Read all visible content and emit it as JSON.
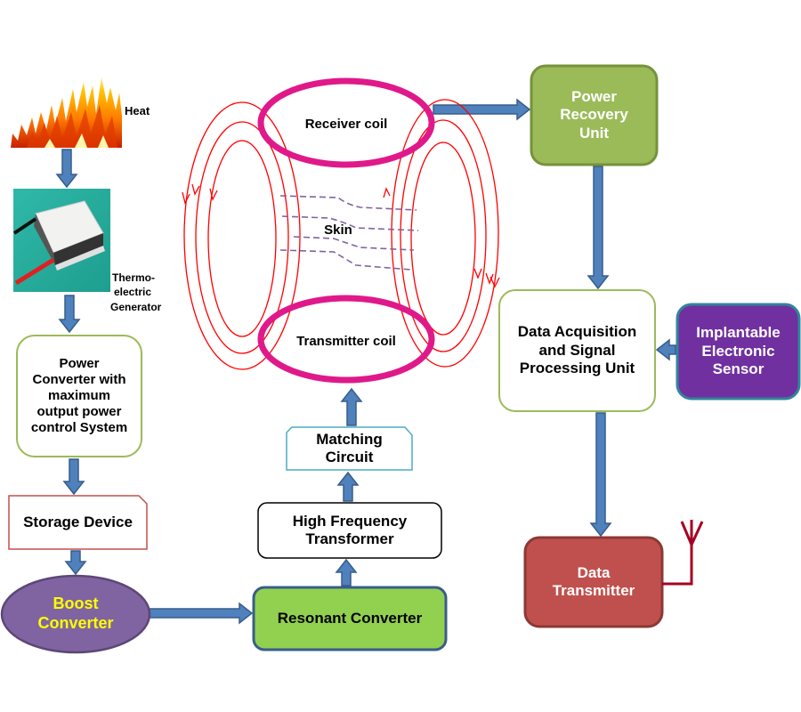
{
  "title": "Thermoelectric-powered wireless power transfer system for implantable electronic sensor",
  "nodes": {
    "heat": {
      "label": "Heat",
      "icon": "flame-icon"
    },
    "teg": {
      "label": "Thermo-\nelectric\nGenerator",
      "icon": "thermoelectric-module-icon"
    },
    "power_converter": {
      "label": "Power\nConverter with\nmaximum\noutput power\ncontrol System"
    },
    "storage": {
      "label": "Storage Device"
    },
    "boost": {
      "label": "Boost\nConverter"
    },
    "resonant": {
      "label": "Resonant Converter"
    },
    "hf_transformer": {
      "label": "High Frequency\nTransformer"
    },
    "matching": {
      "label": "Matching\nCircuit"
    },
    "transmitter_coil": {
      "label": "Transmitter coil"
    },
    "receiver_coil": {
      "label": "Receiver coil"
    },
    "skin": {
      "label": "Skin"
    },
    "power_recovery": {
      "label": "Power\nRecovery\nUnit"
    },
    "daq": {
      "label": "Data Acquisition\nand Signal\nProcessing Unit"
    },
    "sensor": {
      "label": "Implantable\nElectronic\nSensor"
    },
    "data_tx": {
      "label": "Data\nTransmitter",
      "icon": "antenna-icon"
    }
  },
  "colors": {
    "arrow": "#4f81bd",
    "arrow_border": "#385d8a",
    "coil": "#e0198a",
    "field_line": "#ff0000",
    "skin_line": "#8064a2",
    "green_fill": "#9bbb59",
    "green_border": "#76923c",
    "resonant_fill": "#92d050",
    "boost_fill": "#8064a2",
    "boost_text": "#ffff00",
    "sensor_fill": "#7030a0",
    "sensor_border": "#31859c",
    "tx_fill": "#c0504d",
    "tx_border": "#8c3836",
    "antenna": "#a50021",
    "storage_border": "#c0504d",
    "matching_border": "#4bacc6"
  }
}
